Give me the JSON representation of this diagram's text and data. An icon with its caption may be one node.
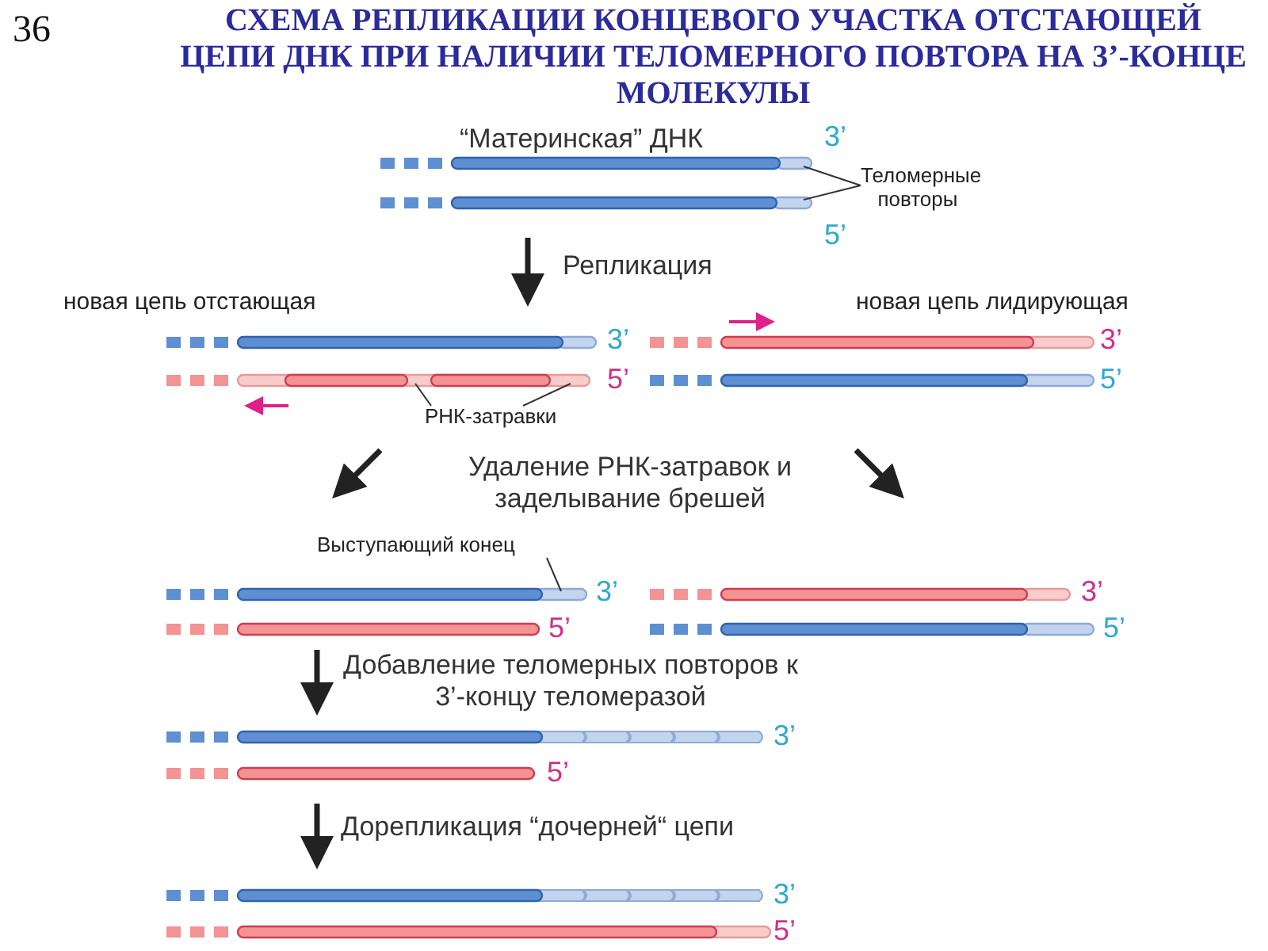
{
  "diagram": {
    "title": "СХЕМА РЕПЛИКАЦИИ КОНЦЕВОГО УЧАСТКА ОТСТАЮЩЕЙ ЦЕПИ ДНК ПРИ НАЛИЧИИ ТЕЛОМЕРНОГО ПОВТОРА НА 3’-КОНЦЕ МОЛЕКУЛЫ",
    "nodes": [
      {
        "text": [
          "Теломерные повторы"
        ]
      },
      {
        "text": [
          "РНК-затравки"
        ]
      },
      {
        "text": [
          "Выступающий конец"
        ]
      }
    ],
    "edges": [
      {
        "from": 0,
        "to": null,
        "arrow": "none"
      },
      {
        "from": 0,
        "to": null,
        "arrow": "none"
      },
      {
        "from": 1,
        "to": null,
        "arrow": "none"
      },
      {
        "from": 1,
        "to": null,
        "arrow": "none"
      },
      {
        "from": 2,
        "to": null,
        "arrow": "none"
      }
    ],
    "labels": [
      "36",
      "“Материнская” ДНК",
      "3’",
      "5’",
      "Репликация",
      "новая цепь отстающая",
      "новая цепь лидирующая",
      "3’",
      "3’",
      "5’",
      "5’",
      "Удаление РНК-затравок и заделывание брешей",
      "3’",
      "3’",
      "5’",
      "5’",
      "Добавление теломерных повторов к 3’-концу теломеразой",
      "3’",
      "5’",
      "Дорепликация “дочерней“ цепи",
      "3’",
      "5’"
    ]
  }
}
